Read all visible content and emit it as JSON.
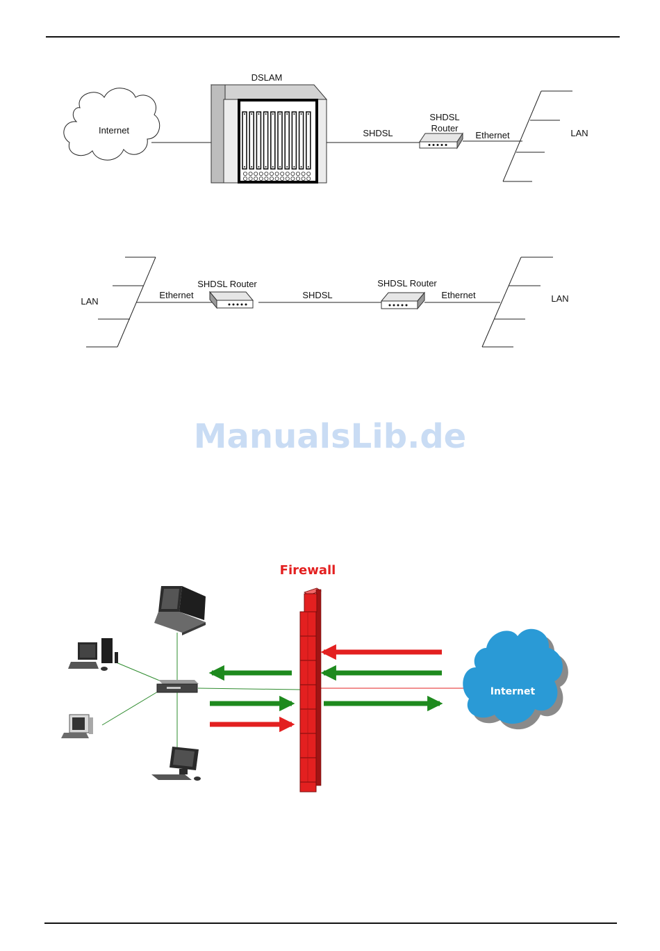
{
  "diagram_dslam": {
    "internet_label": "Internet",
    "dslam_label": "DSLAM",
    "link_label": "SHDSL",
    "router_label_line1": "SHDSL",
    "router_label_line2": "Router",
    "ethernet_label": "Ethernet",
    "lan_label": "LAN"
  },
  "diagram_p2p": {
    "lan_left_label": "LAN",
    "ethernet_left_label": "Ethernet",
    "router_left_label": "SHDSL Router",
    "link_label": "SHDSL",
    "router_right_label": "SHDSL Router",
    "ethernet_right_label": "Ethernet",
    "lan_right_label": "LAN"
  },
  "watermark": "ManualsLib.de",
  "diagram_firewall": {
    "title": "Firewall",
    "internet_label": "Internet",
    "colors": {
      "allowed": "#1e8a1e",
      "blocked": "#e32020",
      "cloud": "#2a9ad6",
      "wall": "#e32020"
    }
  }
}
